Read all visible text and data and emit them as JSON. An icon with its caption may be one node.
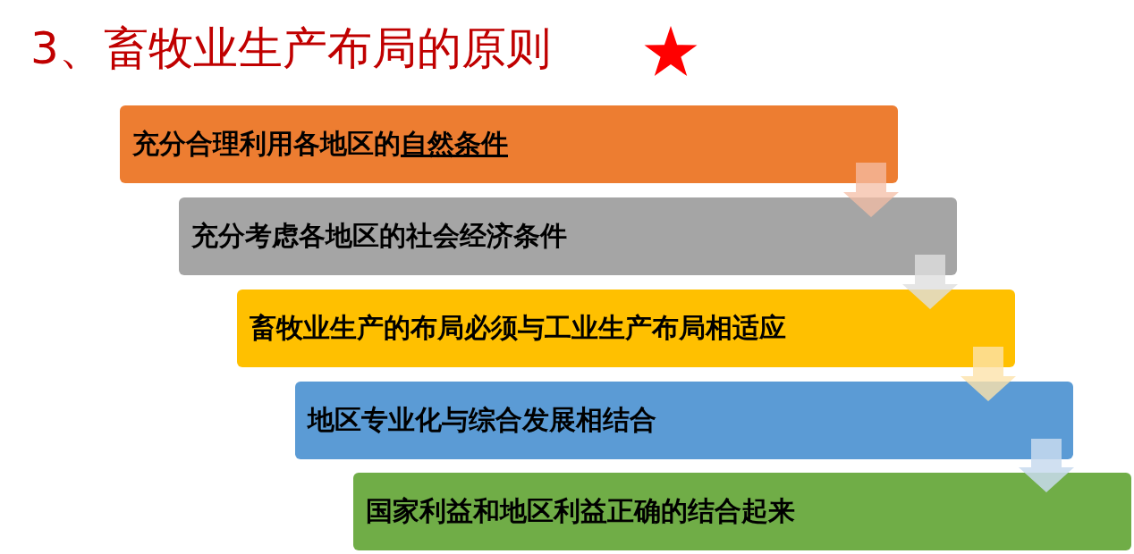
{
  "diagram": {
    "title": "3、畜牧业生产布局的原则",
    "nodes": [
      {
        "text": [
          "充分合理利用各地区的",
          "自然条件"
        ]
      },
      {
        "text": [
          "充分考虑各地区的社会经济条件"
        ]
      },
      {
        "text": [
          "畜牧业生产的布局必须与工业生产布局相适应"
        ]
      },
      {
        "text": [
          "地区专业化与综合发展相结合"
        ]
      },
      {
        "text": [
          "国家利益和地区利益正确的结合起来"
        ]
      }
    ],
    "edges": [
      {
        "from": 0,
        "to": 1,
        "arrow": "to"
      },
      {
        "from": 1,
        "to": 2,
        "arrow": "to"
      },
      {
        "from": 2,
        "to": 3,
        "arrow": "to"
      },
      {
        "from": 3,
        "to": 4,
        "arrow": "to"
      }
    ]
  }
}
